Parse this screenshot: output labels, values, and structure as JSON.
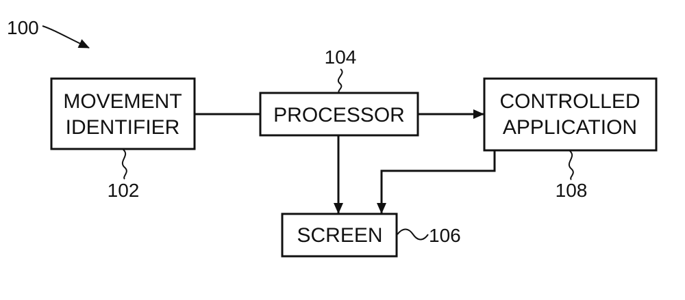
{
  "figure": {
    "ref": "100"
  },
  "blocks": {
    "movement_identifier": {
      "line1": "MOVEMENT",
      "line2": "IDENTIFIER",
      "ref": "102"
    },
    "processor": {
      "label": "PROCESSOR",
      "ref": "104"
    },
    "screen": {
      "label": "SCREEN",
      "ref": "106"
    },
    "controlled_application": {
      "line1": "CONTROLLED",
      "line2": "APPLICATION",
      "ref": "108"
    }
  }
}
